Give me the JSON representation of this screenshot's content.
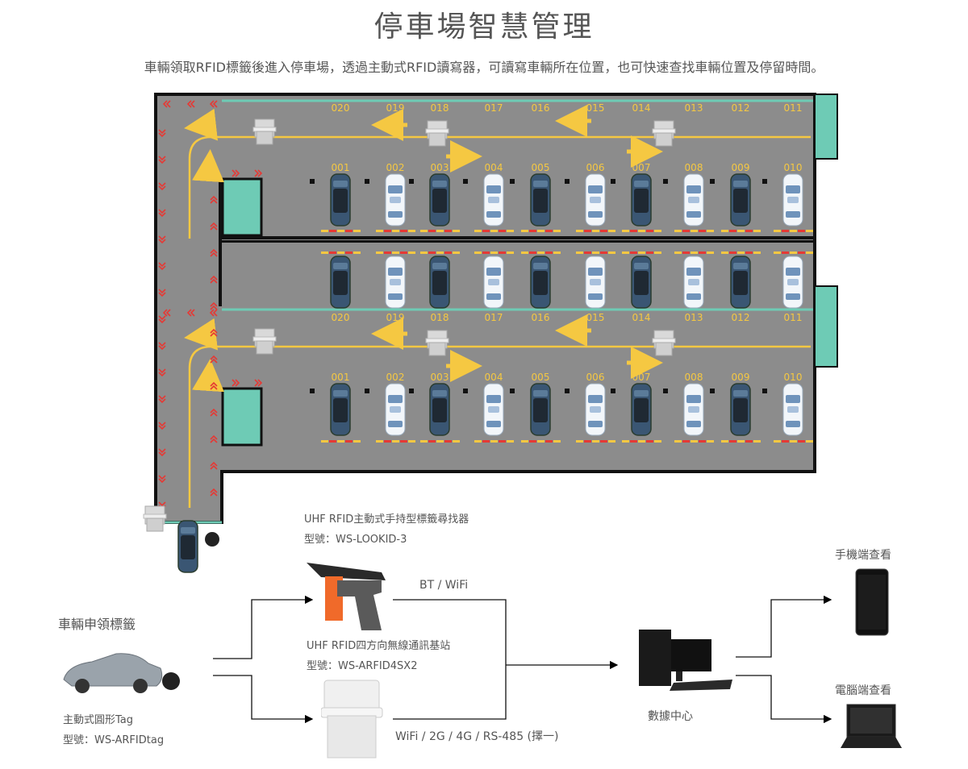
{
  "header": {
    "title": "停車場智慧管理",
    "subtitle": "車輛領取RFID標籤後進入停車場，透過主動式RFID讀寫器，可讀寫車輛所在位置，也可快速查找車輛位置及停留時間。"
  },
  "parking_lot": {
    "levels": [
      {
        "name": "upper",
        "top_row_slots": [
          "020",
          "019",
          "018",
          "017",
          "016",
          "015",
          "014",
          "013",
          "012",
          "011"
        ],
        "bottom_row_slots": [
          "001",
          "002",
          "003",
          "004",
          "005",
          "006",
          "007",
          "008",
          "009",
          "010"
        ],
        "bottom_row_car_colors": [
          "dark",
          "white",
          "dark",
          "white",
          "dark",
          "white",
          "dark",
          "white",
          "dark",
          "white"
        ]
      },
      {
        "name": "lower",
        "top_row_slots": [
          "020",
          "019",
          "018",
          "017",
          "016",
          "015",
          "014",
          "013",
          "012",
          "011"
        ],
        "top_row_car_colors": [
          "dark",
          "white",
          "dark",
          "white",
          "dark",
          "white",
          "dark",
          "white",
          "dark",
          "white"
        ],
        "bottom_row_slots": [
          "001",
          "002",
          "003",
          "004",
          "005",
          "006",
          "007",
          "008",
          "009",
          "010"
        ],
        "bottom_row_car_colors": [
          "dark",
          "white",
          "dark",
          "white",
          "dark",
          "white",
          "dark",
          "white",
          "dark",
          "white"
        ]
      }
    ],
    "colors": {
      "asphalt": "#8a8a8a",
      "lane": "#f5c842",
      "teal": "#6ecbb5",
      "wall": "#111111",
      "chevron": "#e53935"
    }
  },
  "flow": {
    "tag_request": {
      "label": "車輛申領標籤",
      "tag_name": "主動式圓形Tag",
      "tag_model": "型號：WS-ARFIDtag"
    },
    "handheld": {
      "name": "UHF RFID主動式手持型標籤尋找器",
      "model": "型號：WS-LOOKID-3",
      "link": "BT / WiFi"
    },
    "base_station": {
      "name": "UHF RFID四方向無線通訊基站",
      "model": "型號：WS-ARFID4SX2",
      "link": "WiFi / 2G / 4G / RS-485 (擇一)"
    },
    "data_center": {
      "label": "數據中心"
    },
    "mobile": {
      "label": "手機端查看"
    },
    "pc": {
      "label": "電腦端查看"
    }
  }
}
